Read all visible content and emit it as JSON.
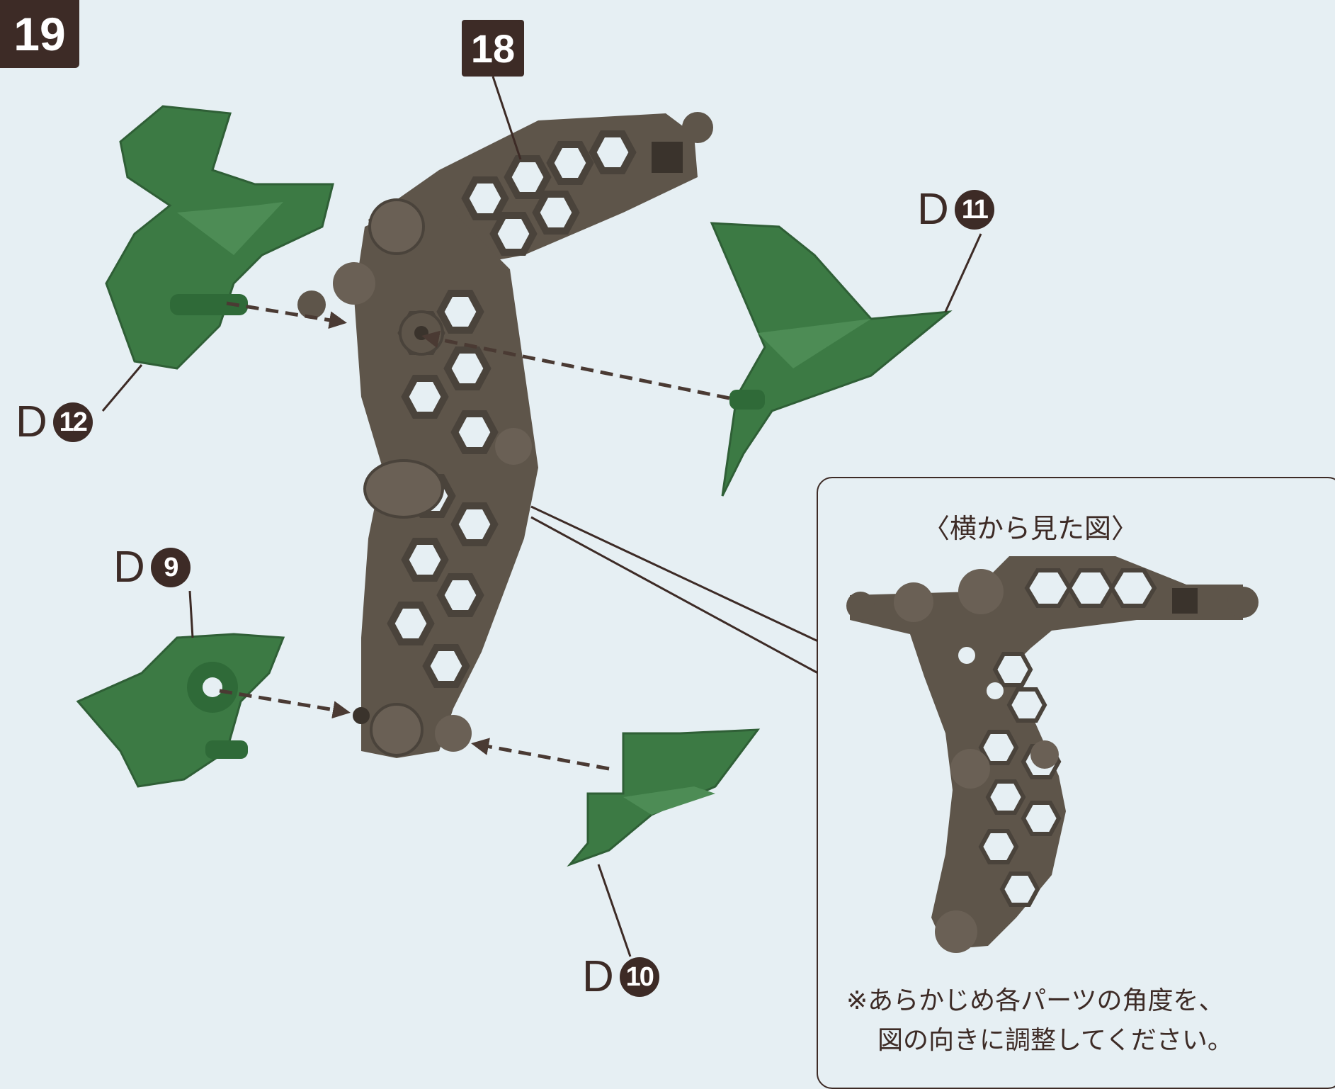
{
  "step": {
    "number": "19",
    "reference_step": "18"
  },
  "parts": {
    "d12": {
      "letter": "D",
      "number": "12"
    },
    "d11": {
      "letter": "D",
      "number": "11"
    },
    "d9": {
      "letter": "D",
      "number": "9"
    },
    "d10": {
      "letter": "D",
      "number": "10"
    }
  },
  "inset": {
    "title": "〈横から見た図〉",
    "note_line1": "※あらかじめ各パーツの角度を、",
    "note_line2": "図の向きに調整してください。"
  },
  "colors": {
    "background": "#e6eff3",
    "frame_part": "#5e554a",
    "armor_part": "#3c7a44",
    "label": "#3d2b26"
  }
}
